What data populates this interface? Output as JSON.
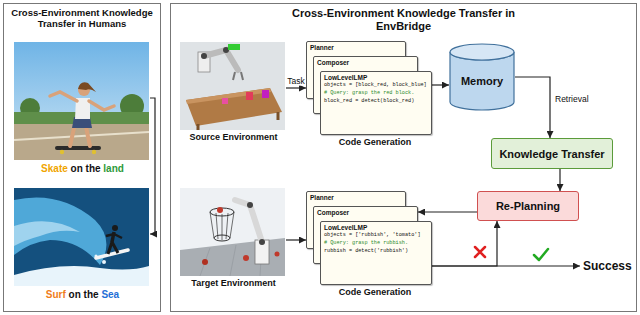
{
  "diagram": {
    "nodes": [
      {
        "text": [
          "Cross-Environment Knowledge Transfer in Humans"
        ]
      },
      {
        "text": [
          "Skate on the land"
        ],
        "in": 0
      },
      {
        "text": [
          "Surf on the Sea"
        ],
        "in": 0
      },
      {
        "text": [
          "Cross-Environment Knowledge Transfer in EnvBridge"
        ]
      },
      {
        "text": [
          "Source Environment"
        ],
        "in": 3
      },
      {
        "text": [
          "Planner"
        ],
        "in": 3
      },
      {
        "text": [
          "Composer"
        ],
        "in": 3
      },
      {
        "text": [
          "LowLevelLMP",
          "objects = [block_red, block_blue]",
          "# Query: grasp the red block.",
          "block_red = detect(block_red)"
        ],
        "in": 3
      },
      {
        "text": [
          "Memory"
        ],
        "in": 3
      },
      {
        "text": [
          "Knowledge Transfer"
        ],
        "in": 3
      },
      {
        "text": [
          "Re-Planning"
        ],
        "in": 3
      },
      {
        "text": [
          "Target Environment"
        ],
        "in": 3
      },
      {
        "text": [
          "Planner"
        ],
        "in": 3
      },
      {
        "text": [
          "Composer"
        ],
        "in": 3
      },
      {
        "text": [
          "LowLevelLMP",
          "objects = ['rubbish', 'tomato']",
          "# Query: grasp the rubbish.",
          "rubbish = detect('rubbish')"
        ],
        "in": 3
      },
      {
        "text": [
          "Success"
        ],
        "in": 3
      }
    ],
    "edges": [
      {
        "from": 1,
        "to": 2,
        "arrow": "to"
      },
      {
        "from": 4,
        "to": 5,
        "label": "Task",
        "arrow": "to"
      },
      {
        "from": 7,
        "to": 8,
        "arrow": "to"
      },
      {
        "from": 8,
        "to": 9,
        "label": "Retrieval",
        "arrow": "to"
      },
      {
        "from": 9,
        "to": 10,
        "arrow": "to"
      },
      {
        "from": 11,
        "to": 12,
        "arrow": "to"
      },
      {
        "from": 14,
        "to": 15,
        "arrow": "to"
      },
      {
        "from": 14,
        "to": 10,
        "arrow": "to"
      },
      {
        "from": 10,
        "to": 13,
        "arrow": "to"
      }
    ],
    "labels": [
      "Code Generation",
      "Code Generation"
    ]
  }
}
